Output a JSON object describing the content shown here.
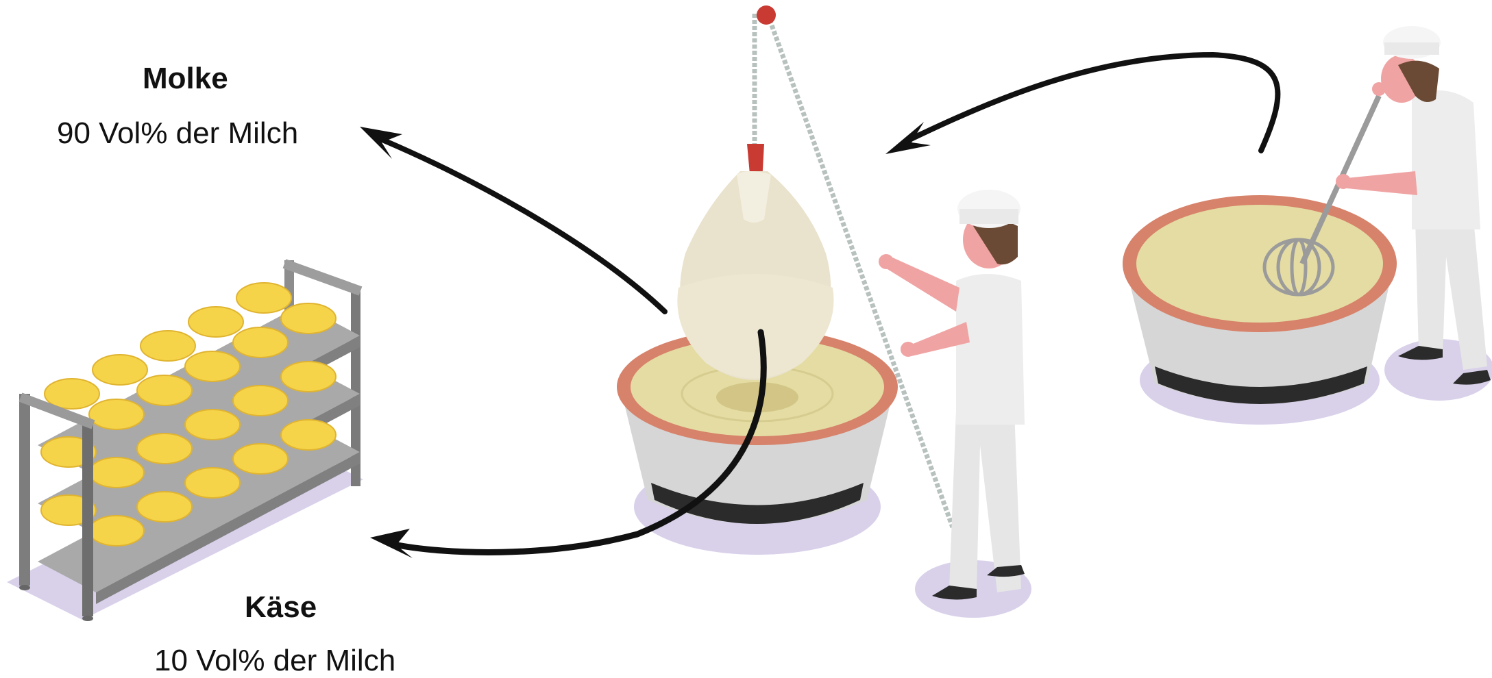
{
  "labels": {
    "molke_title": "Molke",
    "molke_sub": "90 Vol% der Milch",
    "kaese_title": "Käse",
    "kaese_sub": "10 Vol% der Milch"
  },
  "icons": {
    "rack": "cheese-rack-icon",
    "hanging_vat": "hanging-curd-bag-vat-icon",
    "stirring_vat": "stirring-vat-icon",
    "worker": "cheesemaker-icon"
  },
  "colors": {
    "arrow": "#111111",
    "cheese": "#f6d44a",
    "copper": "#d7826a",
    "curd": "#e4dca3",
    "shadow": "#d9d0ea",
    "metal": "#8f8f8f"
  }
}
